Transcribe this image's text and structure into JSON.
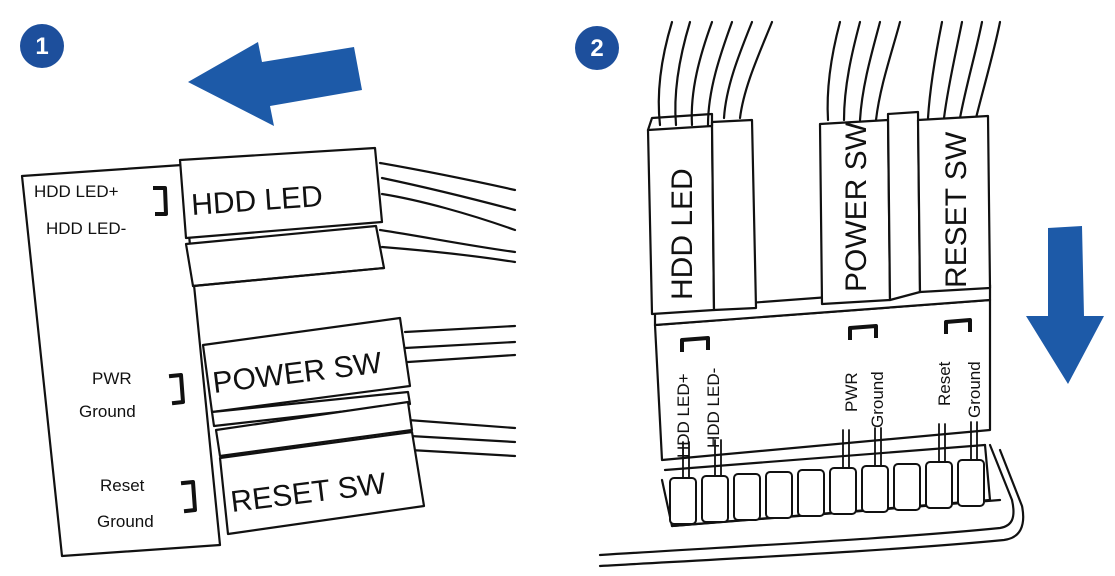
{
  "steps": {
    "step1": "1",
    "step2": "2"
  },
  "colors": {
    "badge": "#1d4f9c",
    "arrow": "#1d5aa8",
    "line": "#111111"
  },
  "panel1": {
    "pins": {
      "hdd_led_plus": "HDD LED+",
      "hdd_led_minus": "HDD LED-",
      "pwr": "PWR",
      "pwr_ground": "Ground",
      "reset": "Reset",
      "reset_ground": "Ground"
    },
    "connectors": {
      "hdd_led": "HDD LED",
      "power_sw": "POWER SW",
      "reset_sw": "RESET SW"
    }
  },
  "panel2": {
    "connectors": {
      "hdd_led": "HDD LED",
      "power_sw": "POWER SW",
      "reset_sw": "RESET SW"
    },
    "pins": {
      "hdd_led_plus": "HDD LED+",
      "hdd_led_minus": "HDD LED-",
      "pwr": "PWR",
      "pwr_ground": "Ground",
      "reset": "Reset",
      "reset_ground": "Ground"
    }
  }
}
